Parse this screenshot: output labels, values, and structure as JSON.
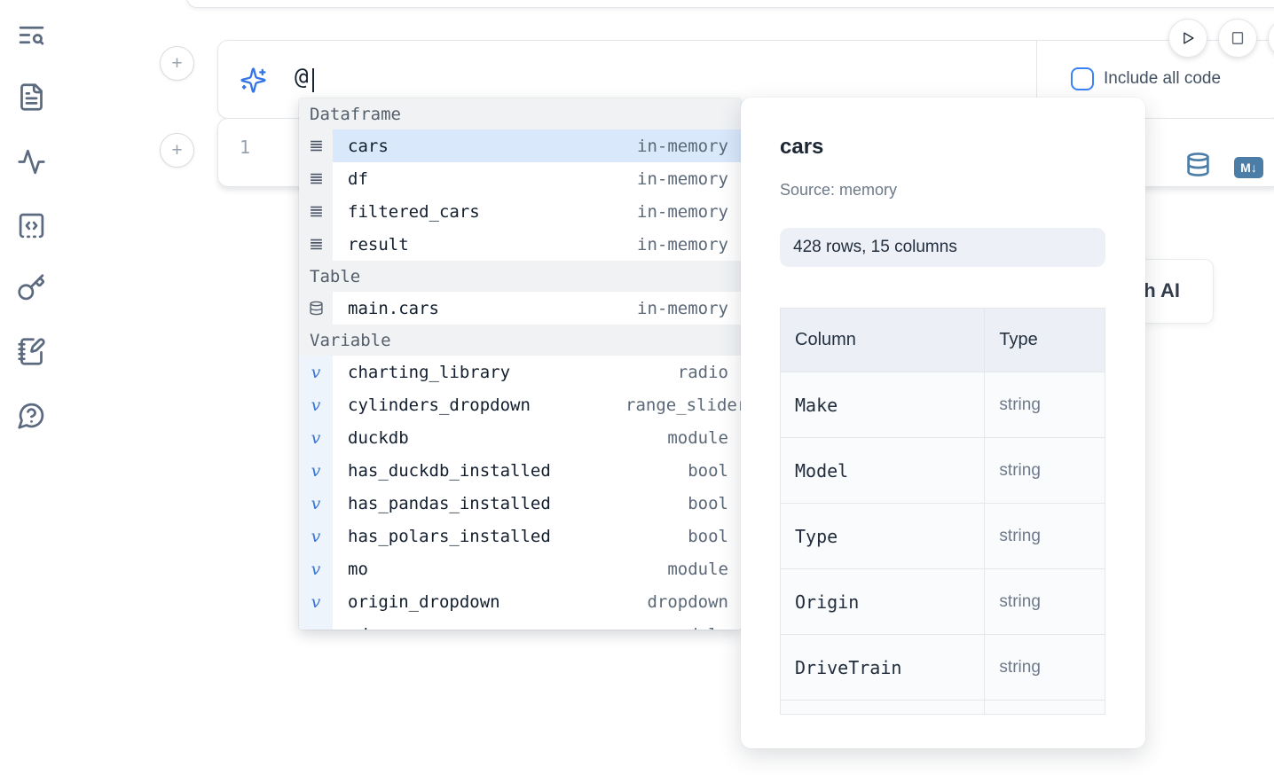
{
  "sidebar": {
    "icons": [
      "text-search-icon",
      "file-text-icon",
      "activity-icon",
      "scratchpad-code-icon",
      "key-icon",
      "notebook-pen-icon",
      "help-chat-icon"
    ]
  },
  "cells": {
    "add_label": "+",
    "ai_input": {
      "value": "@",
      "icon": "sparkles-icon"
    },
    "include_all_code_label": "Include all code",
    "code_cell": {
      "line_number": "1",
      "icons": [
        "database-icon",
        "markdown-icon"
      ],
      "markdown_badge": "M↓"
    },
    "run_controls": {
      "icons": [
        "play-icon",
        "stop-icon"
      ]
    }
  },
  "completion": {
    "variable_icon_glyph": "v",
    "selected_item": "cars",
    "sections": [
      {
        "label": "Dataframe",
        "items": [
          {
            "name": "cars",
            "type": "in-memory"
          },
          {
            "name": "df",
            "type": "in-memory"
          },
          {
            "name": "filtered_cars",
            "type": "in-memory"
          },
          {
            "name": "result",
            "type": "in-memory"
          }
        ]
      },
      {
        "label": "Table",
        "items": [
          {
            "name": "main.cars",
            "type": "in-memory"
          }
        ]
      },
      {
        "label": "Variable",
        "items": [
          {
            "name": "charting_library",
            "type": "radio"
          },
          {
            "name": "cylinders_dropdown",
            "type": "range_slider"
          },
          {
            "name": "duckdb",
            "type": "module"
          },
          {
            "name": "has_duckdb_installed",
            "type": "bool"
          },
          {
            "name": "has_pandas_installed",
            "type": "bool"
          },
          {
            "name": "has_polars_installed",
            "type": "bool"
          },
          {
            "name": "mo",
            "type": "module"
          },
          {
            "name": "origin_dropdown",
            "type": "dropdown"
          },
          {
            "name": "pd",
            "type": "module"
          }
        ]
      }
    ]
  },
  "preview": {
    "title": "cars",
    "source": "Source: memory",
    "shape": "428 rows, 15 columns",
    "table": {
      "headers": [
        "Column",
        "Type"
      ],
      "rows": [
        {
          "column": "Make",
          "type": "string"
        },
        {
          "column": "Model",
          "type": "string"
        },
        {
          "column": "Type",
          "type": "string"
        },
        {
          "column": "Origin",
          "type": "string"
        },
        {
          "column": "DriveTrain",
          "type": "string"
        }
      ]
    }
  },
  "ai_card": {
    "visible_label": "h AI"
  }
}
